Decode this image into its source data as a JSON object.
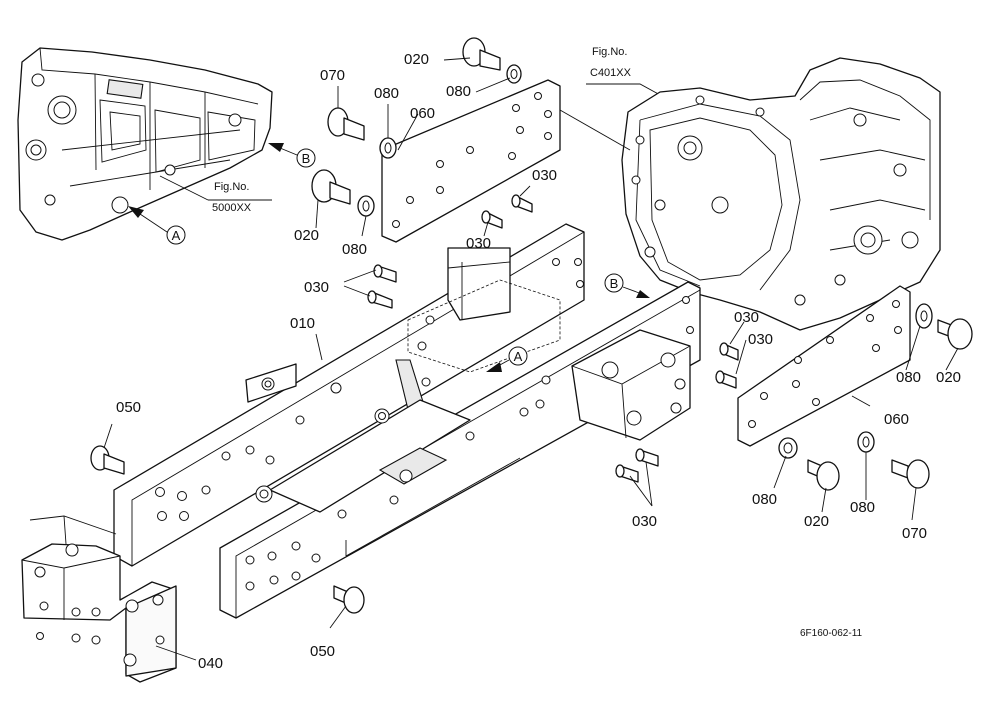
{
  "figure_code": "6F160-062-11",
  "callouts": {
    "a_top": "A",
    "a_center": "A",
    "b_top": "B",
    "b_right": "B"
  },
  "fig_refs": [
    {
      "title": "Fig.No.",
      "number": "5000XX"
    },
    {
      "title": "Fig.No.",
      "number": "C401XX"
    }
  ],
  "part_labels": {
    "p010": "010",
    "p020_top": "020",
    "p020_left": "020",
    "p020_right": "020",
    "p020_bottom": "020",
    "p030_a": "030",
    "p030_b": "030",
    "p030_c": "030",
    "p030_d": "030",
    "p030_e": "030",
    "p030_f": "030",
    "p040": "040",
    "p050_left": "050",
    "p050_bottom": "050",
    "p060_top": "060",
    "p060_right": "060",
    "p070_top": "070",
    "p070_bottom": "070",
    "p080_a": "080",
    "p080_b": "080",
    "p080_c": "080",
    "p080_d": "080",
    "p080_e": "080",
    "p080_f": "080"
  }
}
